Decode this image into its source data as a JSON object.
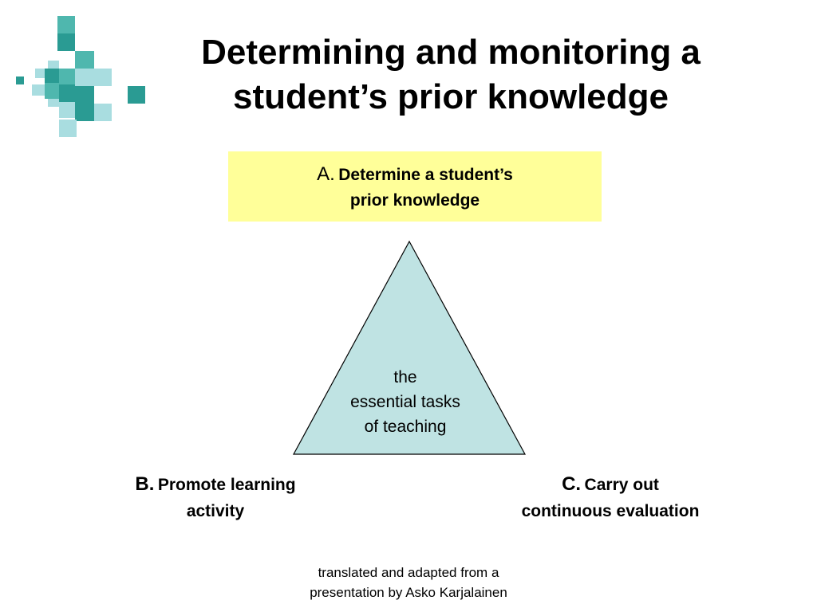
{
  "slide": {
    "title_lines": [
      "Determining and monitoring a",
      "student’s prior knowledge"
    ]
  },
  "diagram": {
    "top": {
      "letter": "A.",
      "lines": [
        "Determine a student’s",
        "prior knowledge"
      ]
    },
    "left": {
      "letter": "B.",
      "lines": [
        "Promote learning",
        "activity"
      ]
    },
    "right": {
      "letter": "C.",
      "lines": [
        "Carry out",
        "continuous evaluation"
      ]
    },
    "center_lines": [
      "the",
      "essential tasks",
      "of teaching"
    ]
  },
  "footer_lines": [
    "translated and adapted from a",
    "presentation by Asko Karjalainen"
  ],
  "colors": {
    "box_fill": "#ffff99",
    "triangle_fill": "#bfe3e3",
    "logo_dark": "#2a9b93",
    "logo_mid": "#4fb7ae",
    "logo_light": "#a9dde0"
  }
}
